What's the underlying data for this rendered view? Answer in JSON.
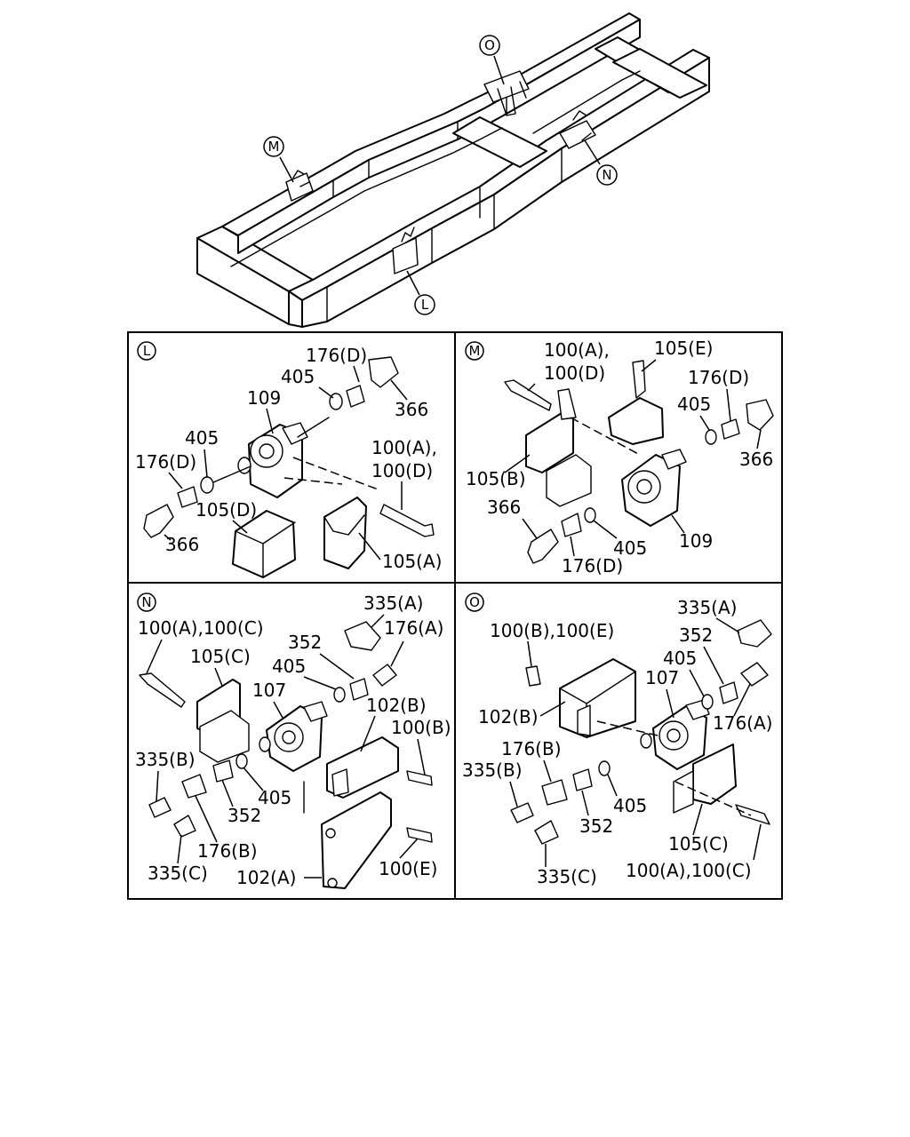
{
  "overview": {
    "callouts": [
      "O",
      "M",
      "N",
      "L"
    ]
  },
  "panels": {
    "L": {
      "marker": "L",
      "labels": [
        "176(D)",
        "405",
        "109",
        "366",
        "405",
        "176(D)",
        "100(A),",
        "100(D)",
        "105(D)",
        "366",
        "105(A)"
      ]
    },
    "M": {
      "marker": "M",
      "labels": [
        "100(A),",
        "100(D)",
        "105(E)",
        "176(D)",
        "405",
        "366",
        "105(B)",
        "366",
        "176(D)",
        "405",
        "109"
      ]
    },
    "N": {
      "marker": "N",
      "labels": [
        "335(A)",
        "100(A),100(C)",
        "352",
        "176(A)",
        "105(C)",
        "405",
        "107",
        "102(B)",
        "100(B)",
        "335(B)",
        "352",
        "405",
        "176(B)",
        "335(C)",
        "102(A)",
        "100(E)"
      ]
    },
    "O": {
      "marker": "O",
      "labels": [
        "335(A)",
        "100(B),100(E)",
        "352",
        "405",
        "107",
        "176(A)",
        "102(B)",
        "176(B)",
        "335(B)",
        "405",
        "352",
        "105(C)",
        "335(C)",
        "100(A),100(C)"
      ]
    }
  }
}
